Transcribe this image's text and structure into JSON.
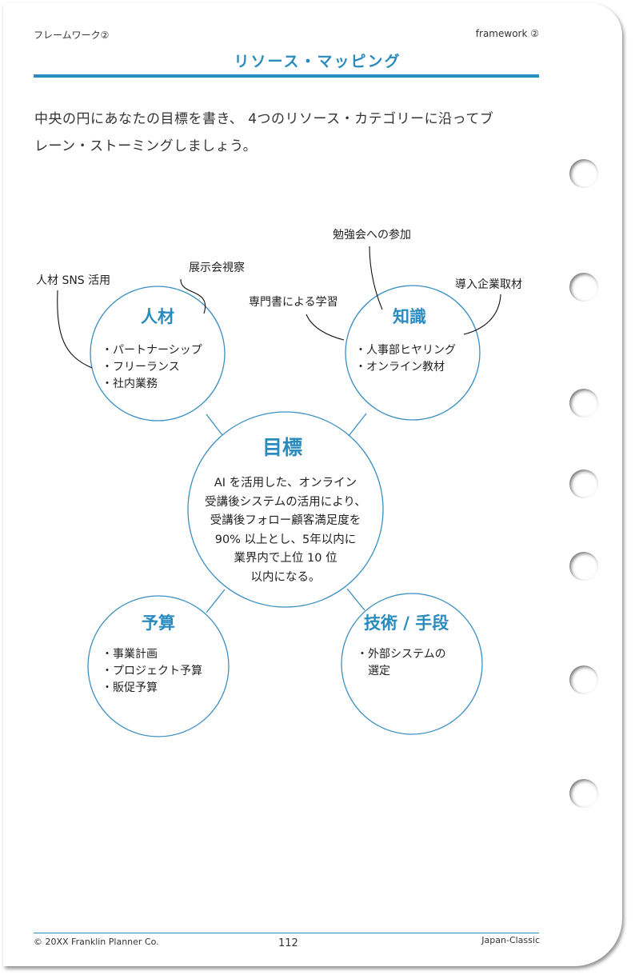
{
  "header": {
    "left": "フレームワーク②",
    "right": "framework ②"
  },
  "title": "リソース・マッピング",
  "intro": [
    "中央の円にあなたの目標を書き、 4つのリソース・カテゴリーに沿ってブ",
    "レーン・ストーミングしましょう。"
  ],
  "center": {
    "heading": "目標",
    "lines": [
      "AI を活用した、オンライン",
      "受講後システムの活用により、",
      "受講後フォロー顧客満足度を",
      "90% 以上とし、5年以内に",
      "業界内で上位 10 位",
      "以内になる。"
    ]
  },
  "categories": [
    {
      "heading": "人材",
      "items": [
        "・パートナーシップ",
        "・フリーランス",
        "・社内業務"
      ],
      "notes": [
        "人材 SNS 活用",
        "展示会視察"
      ]
    },
    {
      "heading": "知識",
      "items": [
        "・人事部ヒヤリング",
        "・オンライン教材"
      ],
      "notes": [
        "勉強会への参加",
        "専門書による学習",
        "導入企業取材"
      ]
    },
    {
      "heading": "予算",
      "items": [
        "・事業計画",
        "・プロジェクト予算",
        "・販促予算"
      ]
    },
    {
      "heading": "技術 / 手段",
      "items": [
        "・外部システムの",
        "　選定"
      ]
    }
  ],
  "footer": {
    "copyright": "© 20XX Franklin Planner Co.",
    "page": "112",
    "edition": "Japan-Classic"
  },
  "colors": {
    "accent": "#2a8bbf"
  }
}
